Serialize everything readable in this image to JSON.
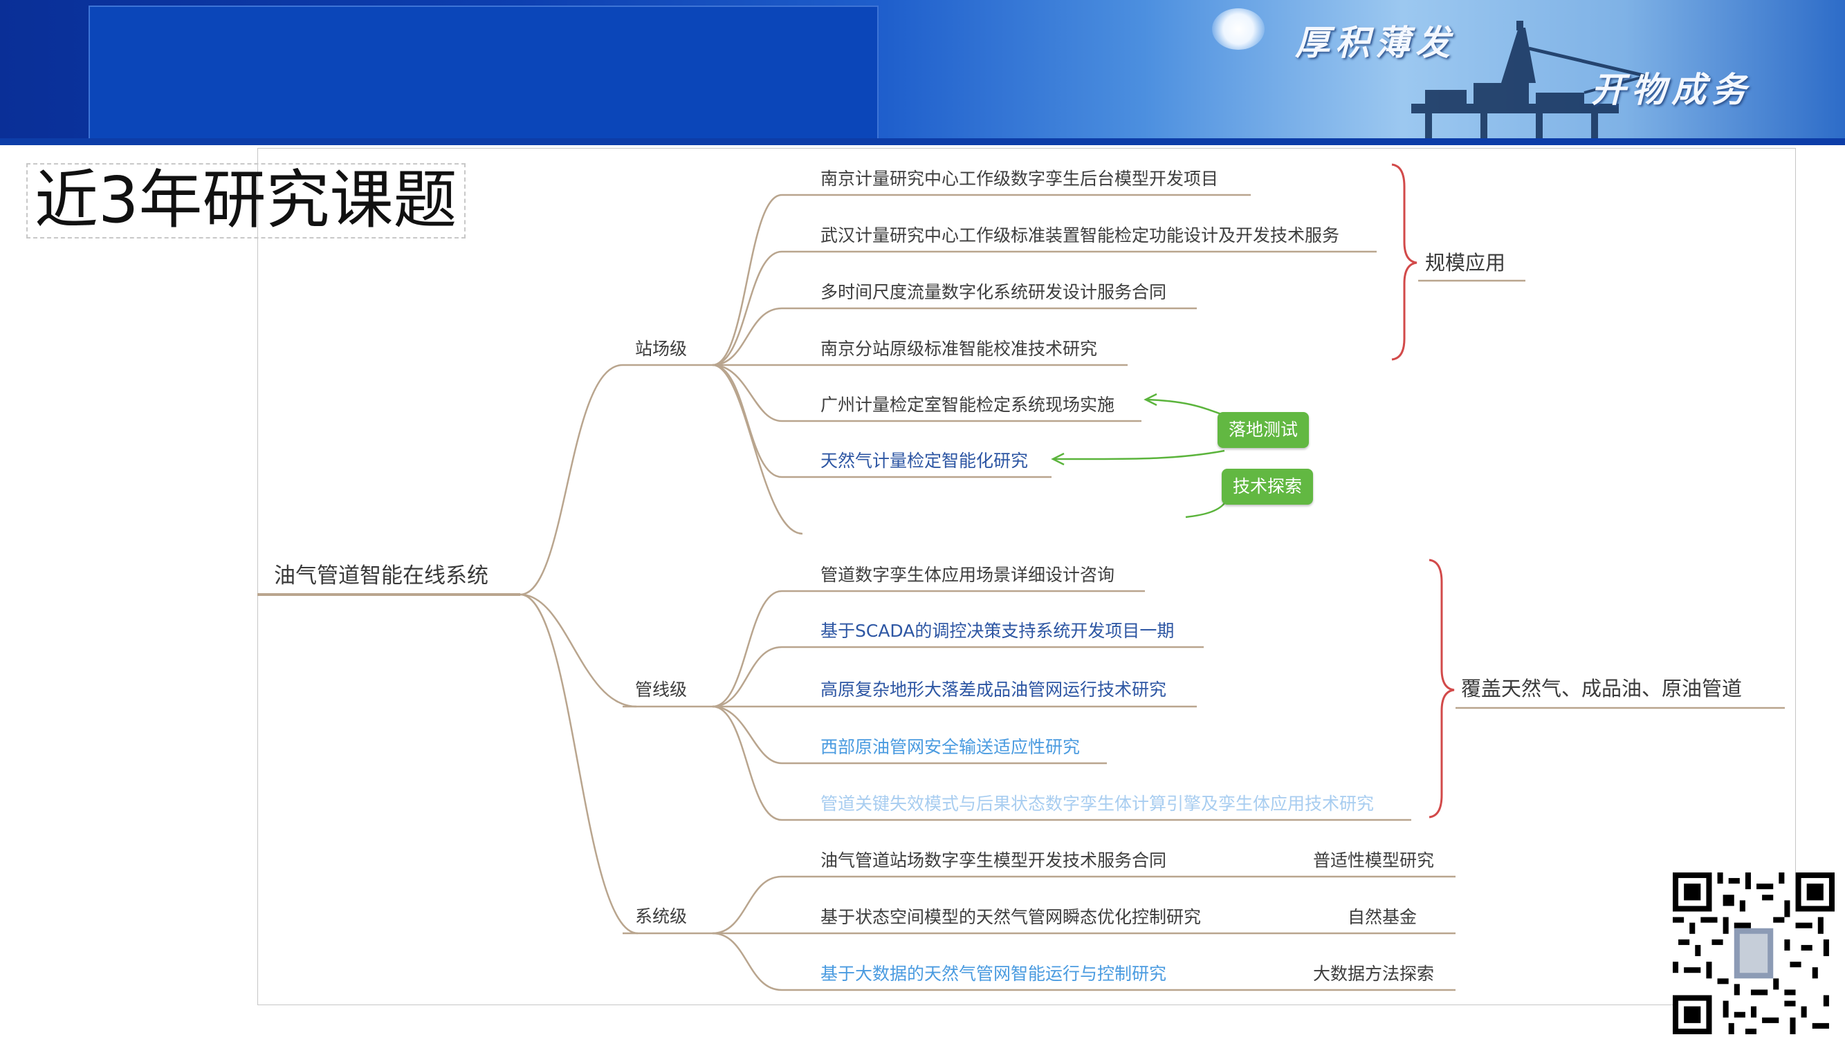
{
  "header": {
    "slogan_line1": "厚积薄发",
    "slogan_line2": "开物成务"
  },
  "slide_title": "近3年研究课题",
  "mindmap": {
    "root": "油气管道智能在线系统",
    "branches": [
      {
        "label": "站场级",
        "items": [
          "南京计量研究中心工作级数字孪生后台模型开发项目",
          "武汉计量研究中心工作级标准装置智能检定功能设计及开发技术服务",
          "多时间尺度流量数字化系统研发设计服务合同",
          "南京分站原级标准智能校准技术研究",
          "广州计量检定室智能检定系统现场实施",
          "天然气计量检定智能化研究"
        ],
        "bracket_label": "规模应用",
        "tags": [
          "落地测试",
          "技术探索"
        ]
      },
      {
        "label": "管线级",
        "items": [
          "管道数字孪生体应用场景详细设计咨询",
          "基于SCADA的调控决策支持系统开发项目一期",
          "高原复杂地形大落差成品油管网运行技术研究",
          "西部原油管网安全输送适应性研究",
          "管道关键失效模式与后果状态数字孪生体计算引擎及孪生体应用技术研究"
        ],
        "bracket_label": "覆盖天然气、成品油、原油管道"
      },
      {
        "label": "系统级",
        "items": [
          "油气管道站场数字孪生模型开发技术服务合同",
          "基于状态空间模型的天然气管网瞬态优化控制研究",
          "基于大数据的天然气管网智能运行与控制研究"
        ],
        "side_labels": [
          "普适性模型研究",
          "自然基金",
          "大数据方法探索"
        ]
      }
    ]
  },
  "colors": {
    "branch_line": "#b9a58e",
    "bracket": "#d24a4a",
    "tag_green": "#62b842",
    "arrow_green": "#5bb43c",
    "text_blue": "#2d56a3",
    "text_lightblue": "#4a9be0"
  },
  "icons": {
    "qr": "qr-code-icon",
    "rig": "oil-rig-icon",
    "sun": "sun-icon"
  }
}
